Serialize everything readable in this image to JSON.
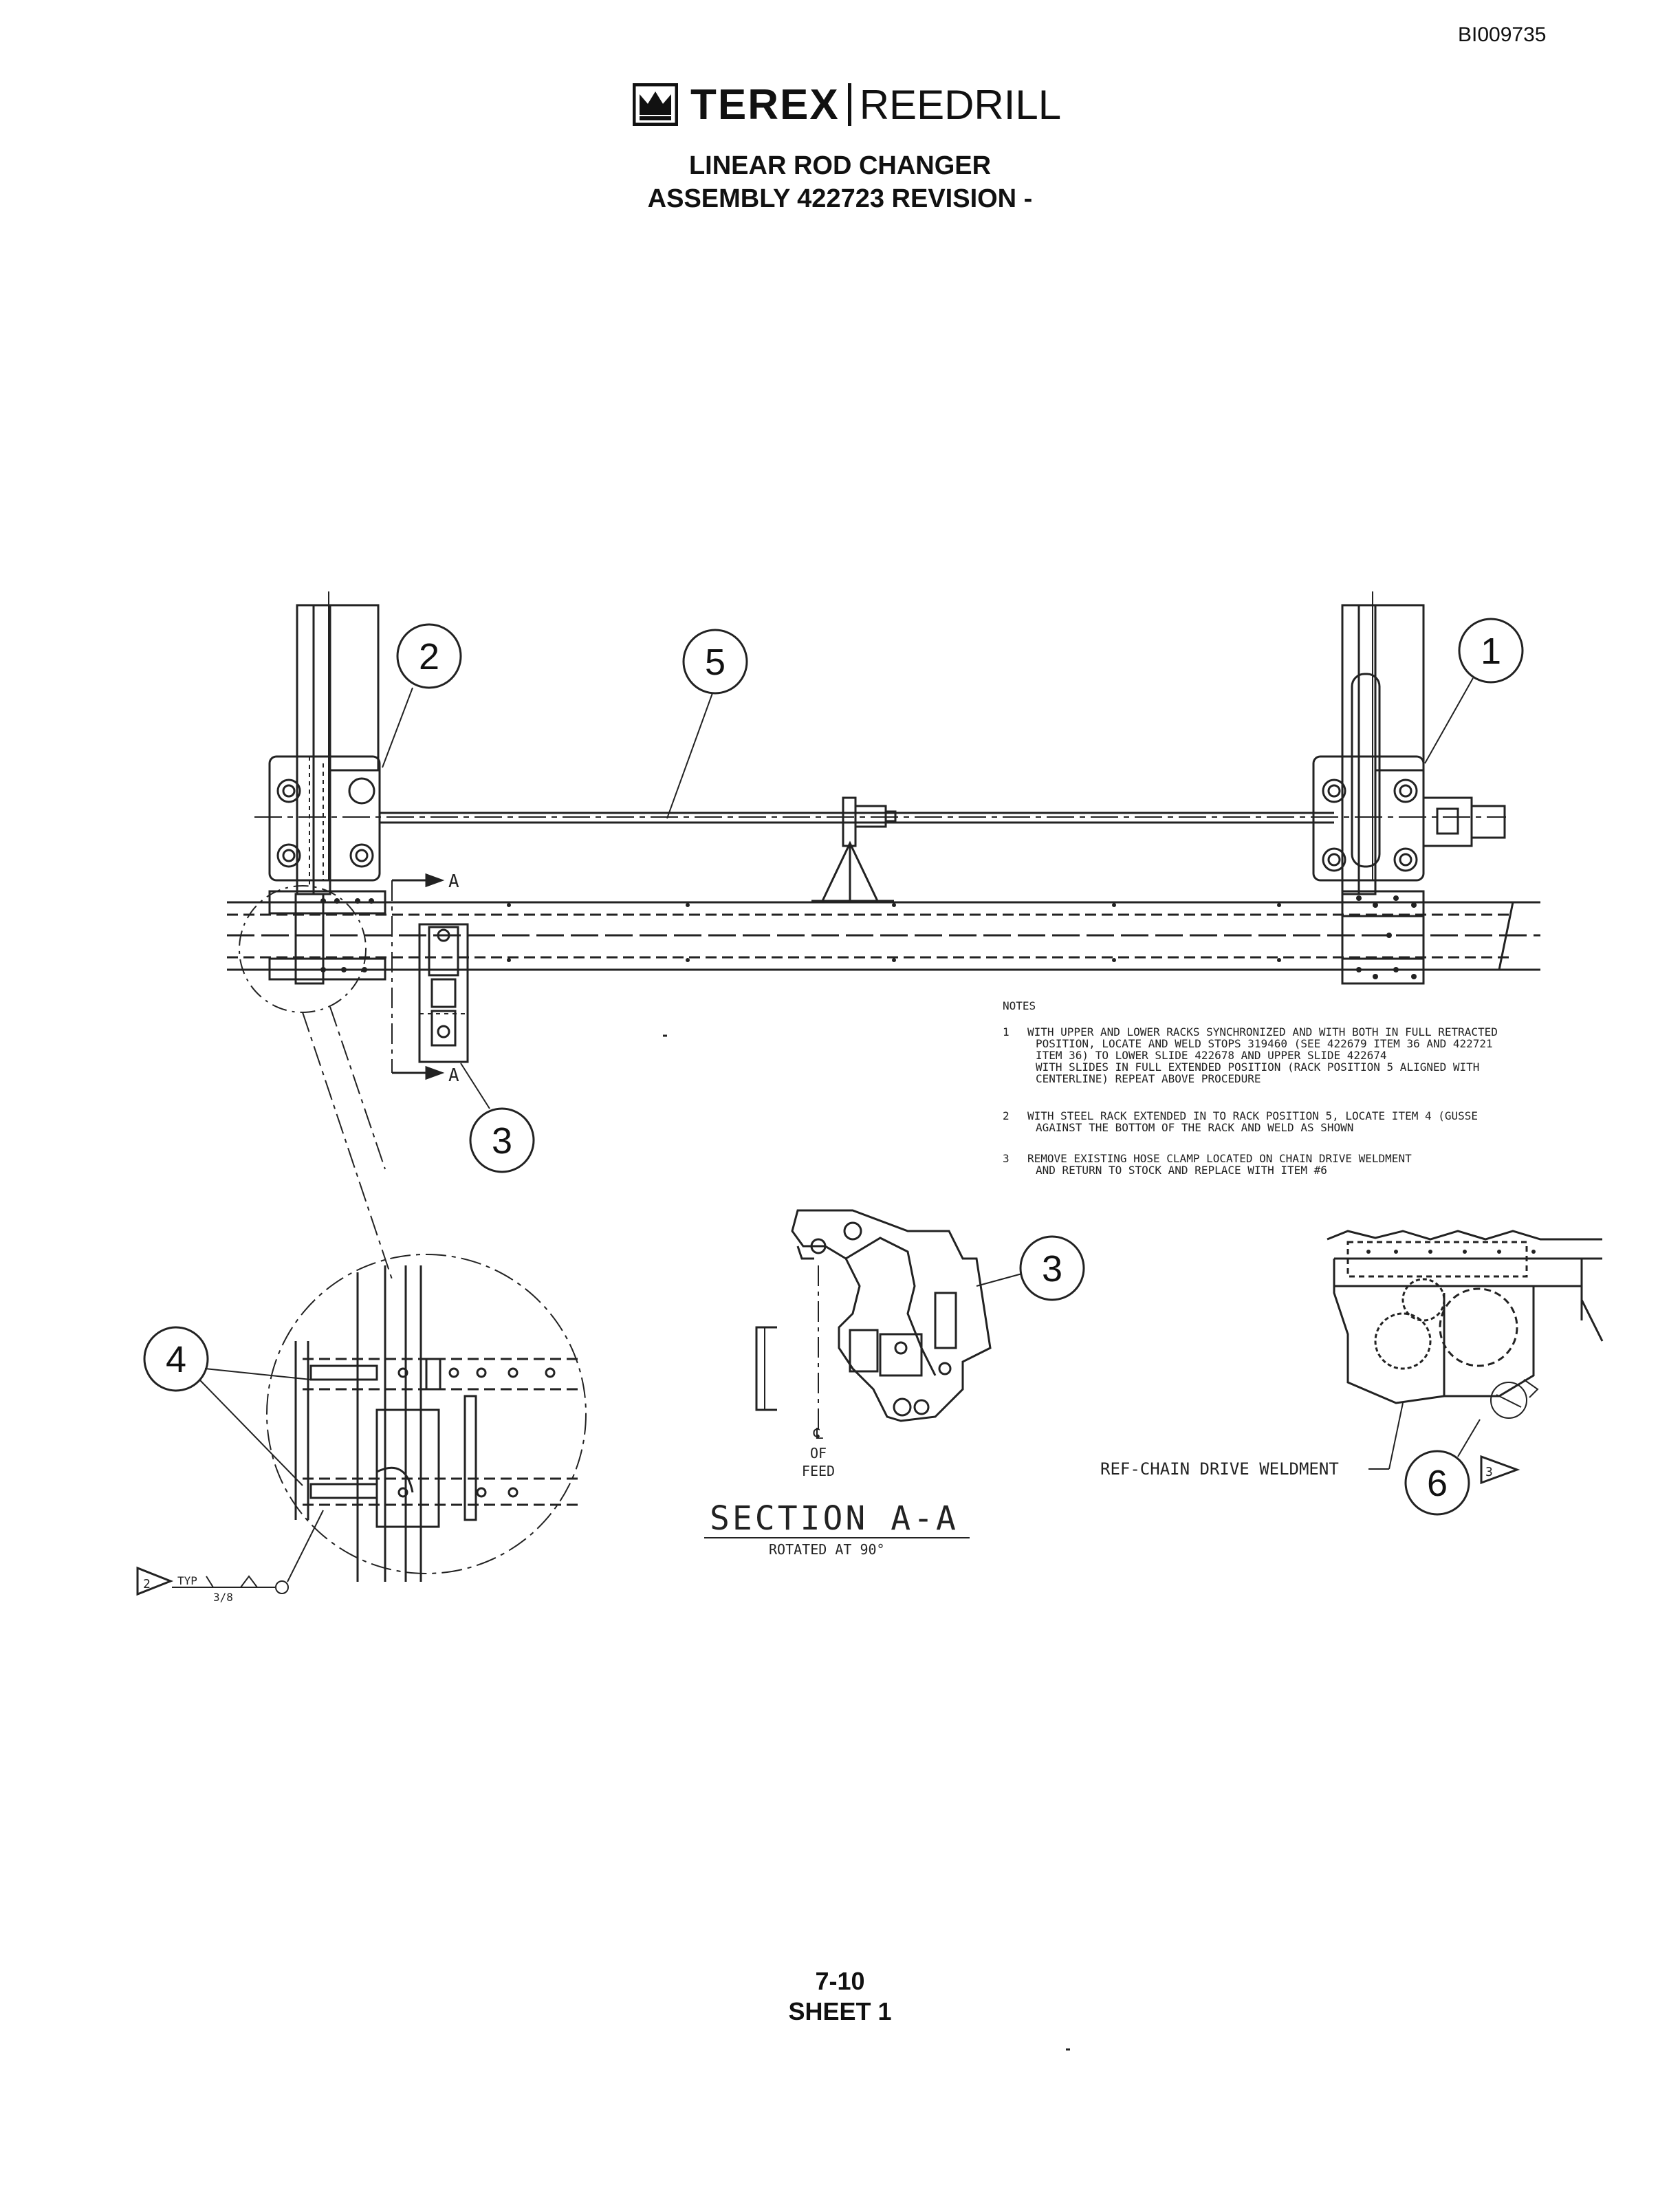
{
  "doc_id": "BI009735",
  "logo": {
    "brand": "TEREX",
    "division": "REEDRILL",
    "icon": "terex-crown-icon"
  },
  "title": {
    "line1": "LINEAR ROD CHANGER",
    "line2": "ASSEMBLY 422723 REVISION -"
  },
  "callouts": [
    "1",
    "2",
    "3",
    "4",
    "5",
    "6"
  ],
  "section_marker": "A",
  "notes": {
    "heading": "NOTES",
    "items": [
      {
        "num": "1",
        "lines": [
          "WITH UPPER AND LOWER RACKS SYNCHRONIZED AND WITH BOTH IN FULL RETRACTED",
          "POSITION, LOCATE AND WELD STOPS 319460 (SEE 422679 ITEM 36 AND 422721",
          "ITEM 36) TO LOWER SLIDE 422678 AND UPPER SLIDE 422674",
          "WITH SLIDES IN FULL EXTENDED POSITION (RACK POSITION 5 ALIGNED WITH",
          "CENTERLINE) REPEAT ABOVE PROCEDURE"
        ]
      },
      {
        "num": "2",
        "lines": [
          "WITH STEEL RACK EXTENDED IN TO RACK POSITION 5, LOCATE ITEM 4 (GUSSE",
          "AGAINST THE BOTTOM OF THE RACK AND WELD AS SHOWN"
        ]
      },
      {
        "num": "3",
        "lines": [
          "REMOVE EXISTING HOSE CLAMP LOCATED ON CHAIN DRIVE WELDMENT",
          "AND RETURN TO STOCK AND REPLACE WITH ITEM #6"
        ]
      }
    ]
  },
  "section": {
    "title": "SECTION A-A",
    "subtitle": "ROTATED AT 90°",
    "cl_mark": "℄",
    "cl_of": "OF",
    "cl_feed": "FEED"
  },
  "ref_label": "REF-CHAIN DRIVE WELDMENT",
  "weld": {
    "flag": "2",
    "typ": "TYP",
    "size": "3/8"
  },
  "flag3": "3",
  "page": {
    "number": "7-10",
    "sheet": "SHEET 1"
  }
}
